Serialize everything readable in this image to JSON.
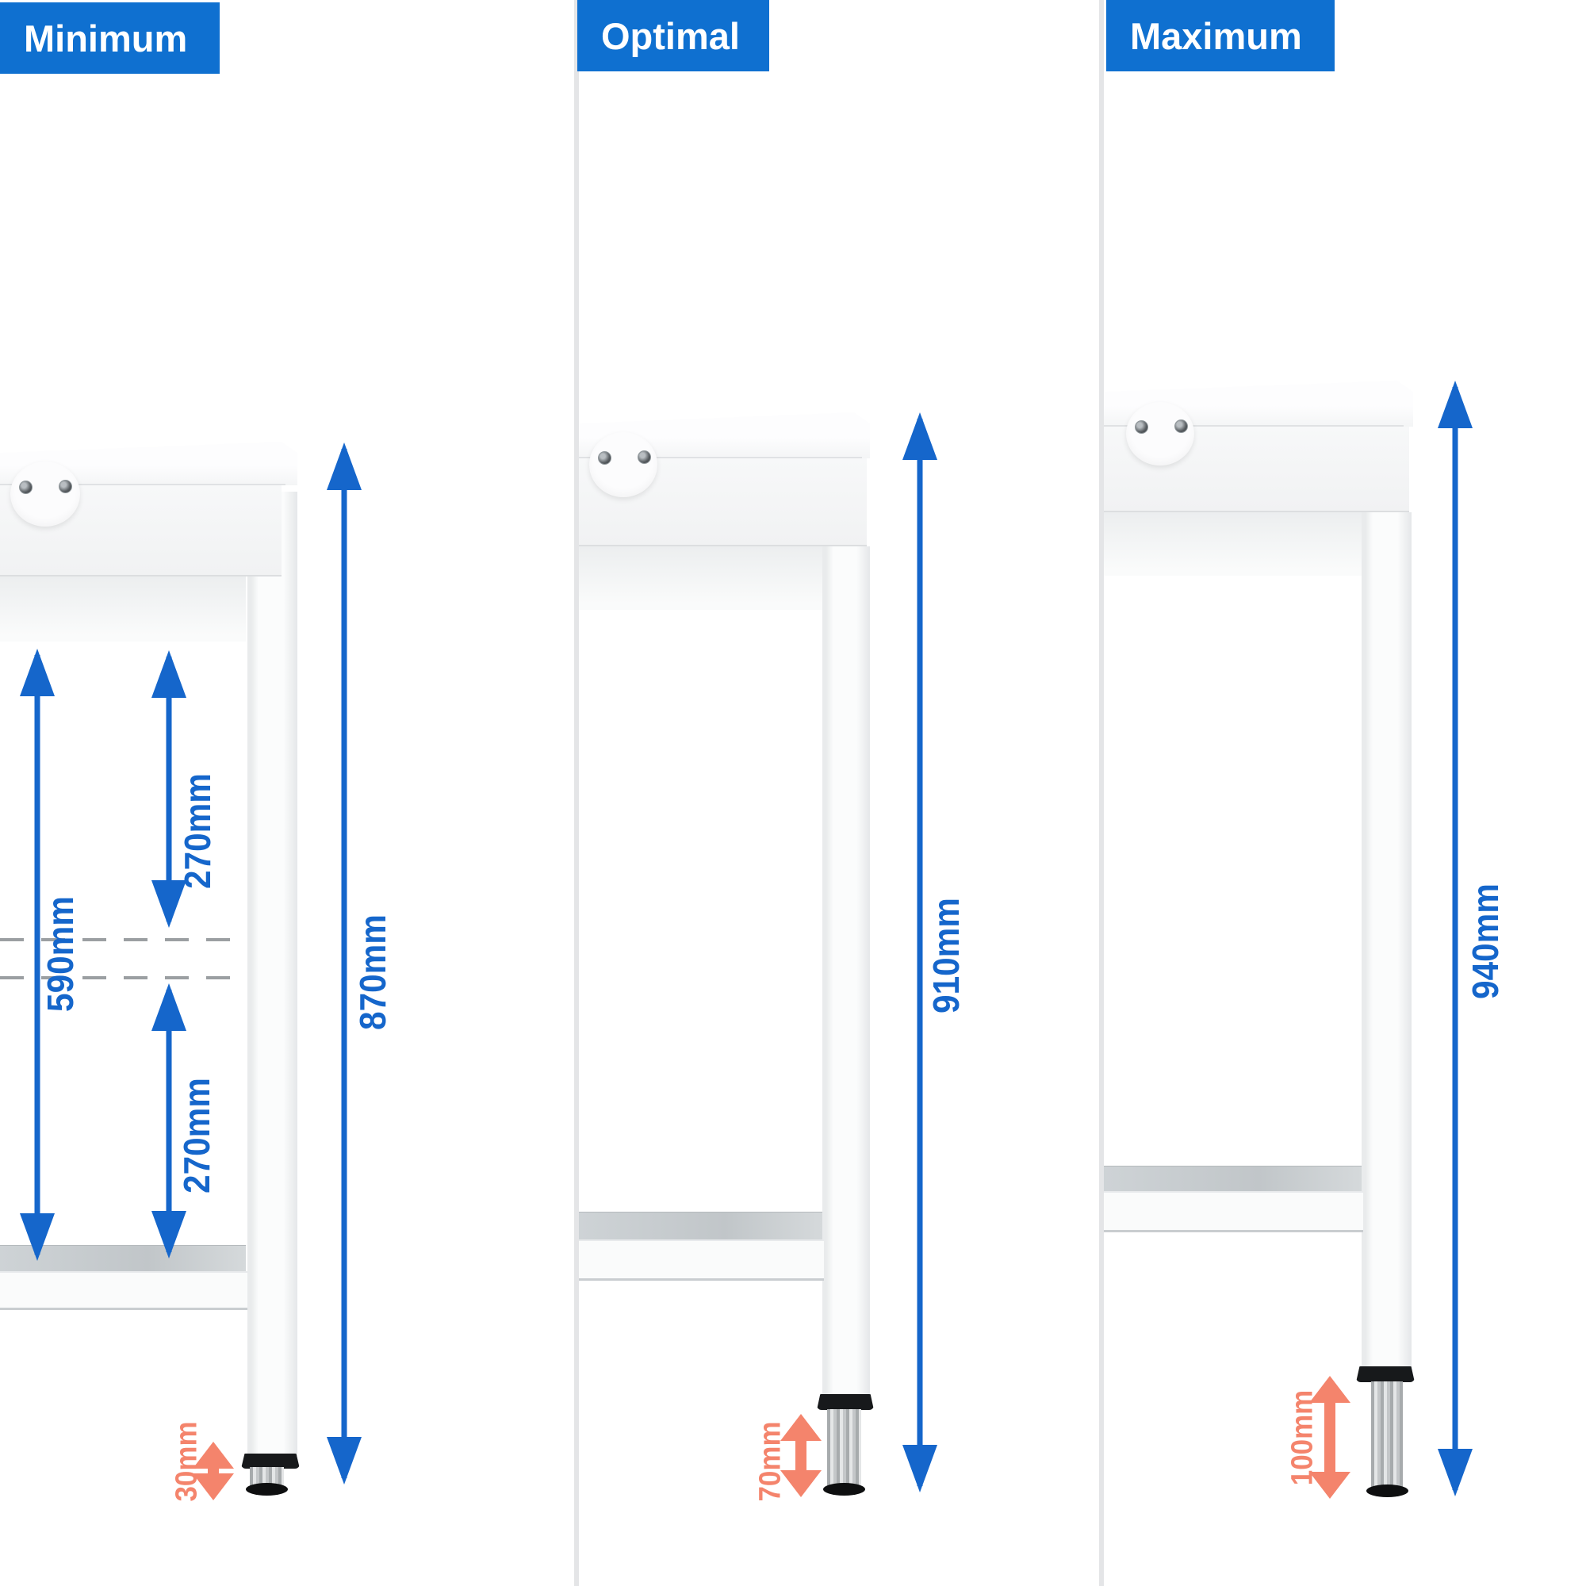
{
  "panels": [
    {
      "badge": "Minimum",
      "dimensions": {
        "shelf_clearance": "590mm",
        "upper_section": "270mm",
        "lower_section": "270mm",
        "total_height": "870mm",
        "foot_adjustment": "30mm"
      }
    },
    {
      "badge": "Optimal",
      "dimensions": {
        "total_height": "910mm",
        "foot_adjustment": "70mm"
      }
    },
    {
      "badge": "Maximum",
      "dimensions": {
        "total_height": "940mm",
        "foot_adjustment": "100mm"
      }
    }
  ],
  "colors": {
    "accent_blue": "#0f70d0",
    "dimension_blue": "#1566cb",
    "adjust_orange": "#f4846c",
    "dash_gray": "#9b9fa2"
  }
}
